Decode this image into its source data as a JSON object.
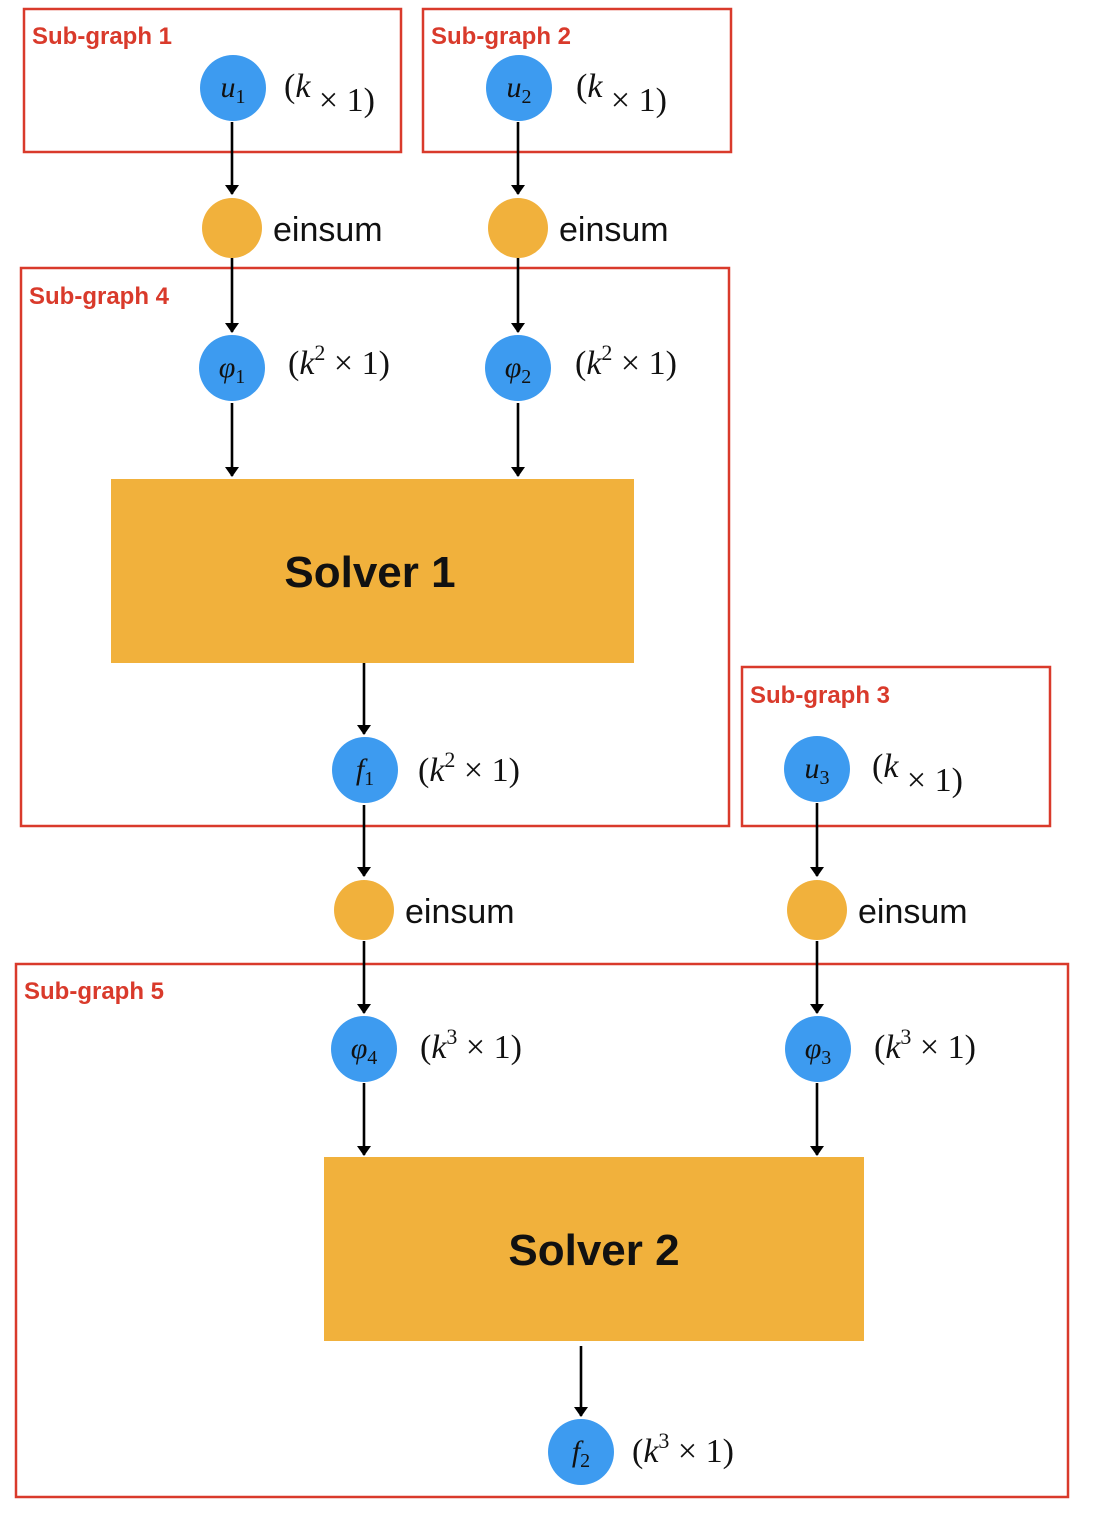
{
  "subgraphs": {
    "sg1": "Sub-graph 1",
    "sg2": "Sub-graph 2",
    "sg3": "Sub-graph 3",
    "sg4": "Sub-graph 4",
    "sg5": "Sub-graph 5"
  },
  "variables": {
    "u1": {
      "base": "u",
      "sub": "1",
      "dim": {
        "exp": "",
        "rest": " × 1)"
      }
    },
    "u2": {
      "base": "u",
      "sub": "2",
      "dim": {
        "exp": "",
        "rest": " × 1)"
      }
    },
    "u3": {
      "base": "u",
      "sub": "3",
      "dim": {
        "exp": "",
        "rest": " × 1)"
      }
    },
    "phi1": {
      "base": "φ",
      "sub": "1",
      "dim": {
        "exp": "2",
        "rest": " × 1)"
      }
    },
    "phi2": {
      "base": "φ",
      "sub": "2",
      "dim": {
        "exp": "2",
        "rest": " × 1)"
      }
    },
    "phi3": {
      "base": "φ",
      "sub": "3",
      "dim": {
        "exp": "3",
        "rest": " × 1)"
      }
    },
    "phi4": {
      "base": "φ",
      "sub": "4",
      "dim": {
        "exp": "3",
        "rest": " × 1)"
      }
    },
    "f1": {
      "base": "f",
      "sub": "1",
      "dim": {
        "exp": "2",
        "rest": " × 1)"
      }
    },
    "f2": {
      "base": "f",
      "sub": "2",
      "dim": {
        "exp": "3",
        "rest": " × 1)"
      }
    }
  },
  "dim_open": "(",
  "dim_k": "k",
  "operations": {
    "einsum1": "einsum",
    "einsum2": "einsum",
    "einsum3": "einsum",
    "einsum4": "einsum"
  },
  "solvers": {
    "solver1": "Solver 1",
    "solver2": "Solver 2"
  },
  "colors": {
    "subgraph_border": "#d93a2b",
    "variable_node": "#3d9bf0",
    "operation_node": "#f1b13c",
    "solver_box": "#f1b13c"
  }
}
